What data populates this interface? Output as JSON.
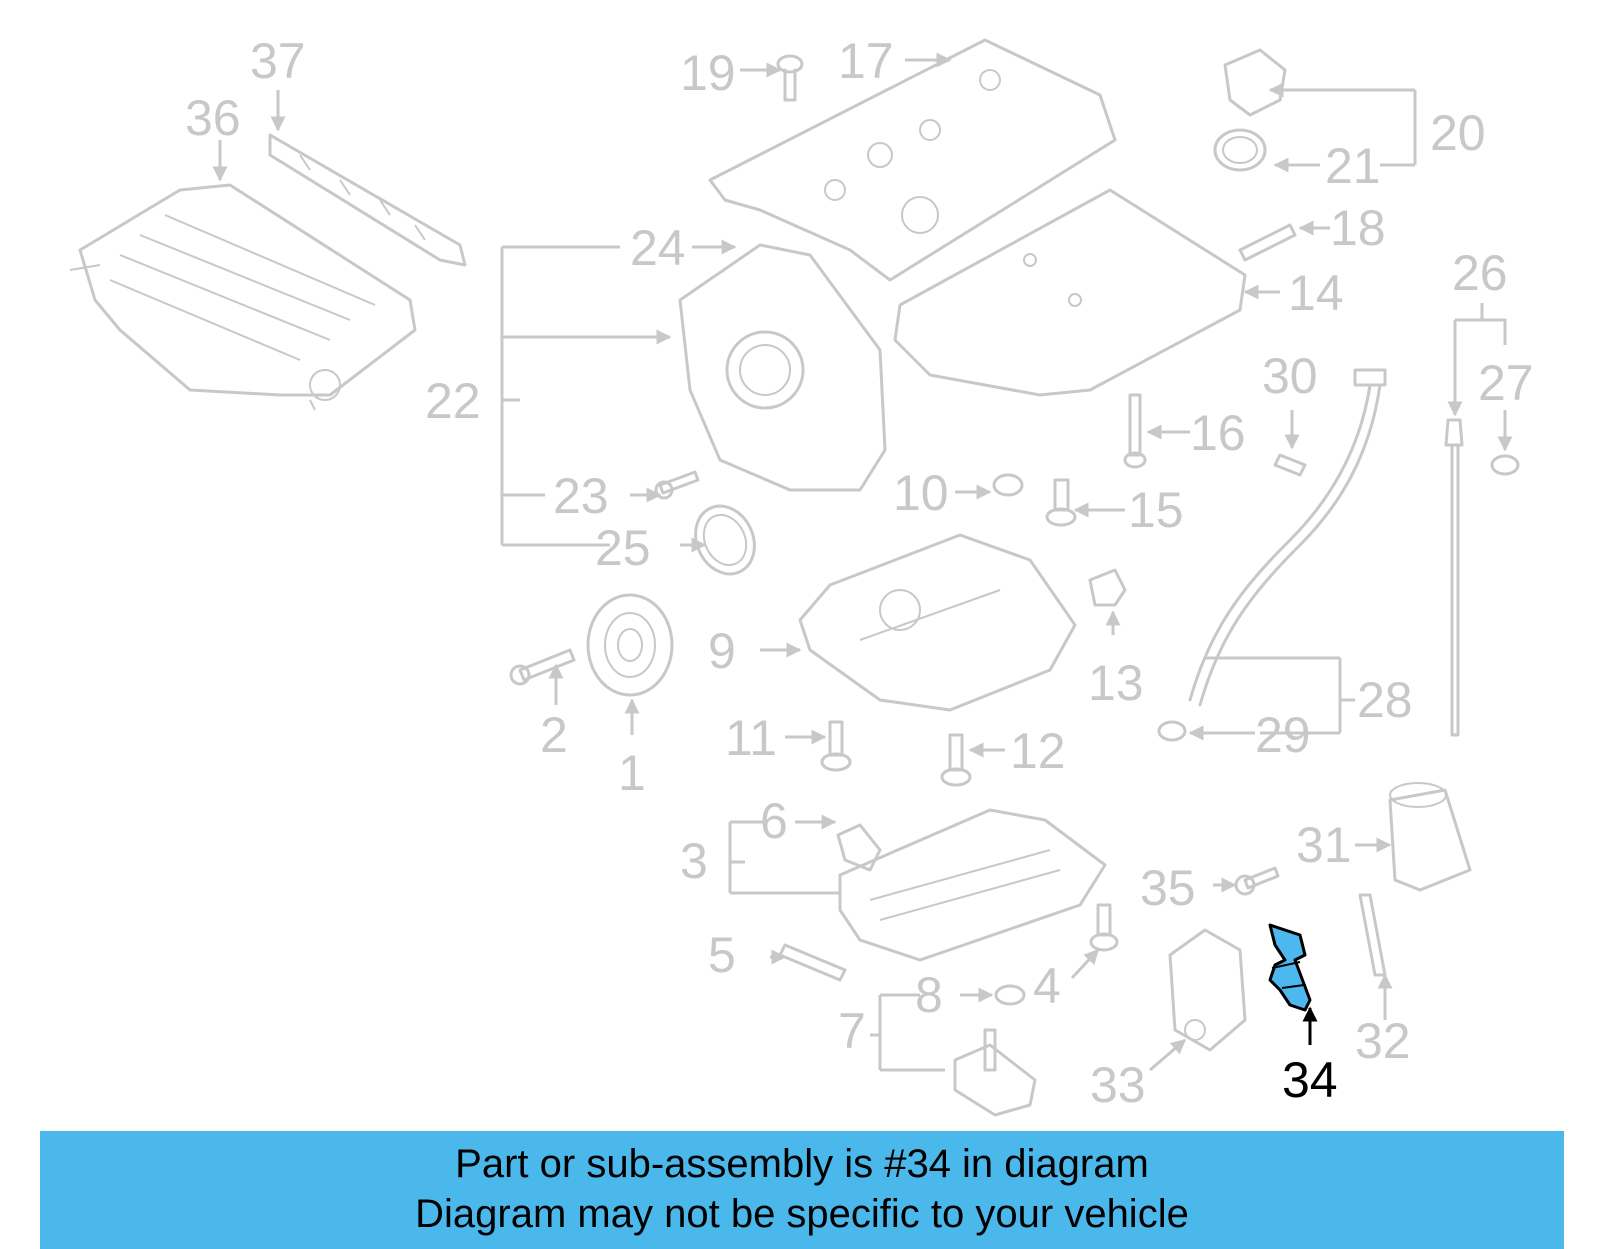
{
  "diagram": {
    "highlight_color": "#4db8f0",
    "highlighted_part": "34",
    "callouts": [
      {
        "label": "1"
      },
      {
        "label": "2"
      },
      {
        "label": "3"
      },
      {
        "label": "4"
      },
      {
        "label": "5"
      },
      {
        "label": "6"
      },
      {
        "label": "7"
      },
      {
        "label": "8"
      },
      {
        "label": "9"
      },
      {
        "label": "10"
      },
      {
        "label": "11"
      },
      {
        "label": "12"
      },
      {
        "label": "13"
      },
      {
        "label": "14"
      },
      {
        "label": "15"
      },
      {
        "label": "16"
      },
      {
        "label": "17"
      },
      {
        "label": "18"
      },
      {
        "label": "19"
      },
      {
        "label": "20"
      },
      {
        "label": "21"
      },
      {
        "label": "22"
      },
      {
        "label": "23"
      },
      {
        "label": "24"
      },
      {
        "label": "25"
      },
      {
        "label": "26"
      },
      {
        "label": "27"
      },
      {
        "label": "28"
      },
      {
        "label": "29"
      },
      {
        "label": "30"
      },
      {
        "label": "31"
      },
      {
        "label": "32"
      },
      {
        "label": "33"
      },
      {
        "label": "34"
      },
      {
        "label": "35"
      },
      {
        "label": "36"
      },
      {
        "label": "37"
      }
    ]
  },
  "banner": {
    "background": "#4bb8ec",
    "line1": "Part or sub-assembly is #34 in diagram",
    "line2": "Diagram may not be specific to your vehicle"
  }
}
